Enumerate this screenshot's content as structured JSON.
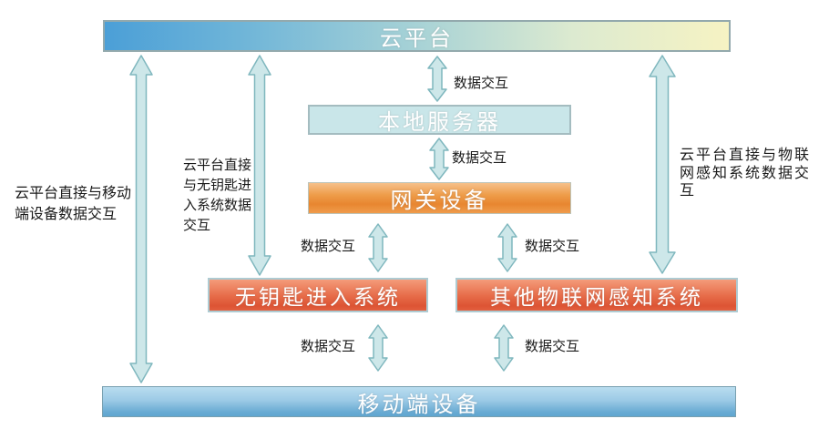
{
  "diagram": {
    "nodes": {
      "cloud": {
        "label": "云平台"
      },
      "local_server": {
        "label": "本地服务器"
      },
      "gateway": {
        "label": "网关设备"
      },
      "keyless": {
        "label": "无钥匙进入系统"
      },
      "iot": {
        "label": "其他物联网感知系统"
      },
      "mobile": {
        "label": "移动端设备"
      }
    },
    "edges": [
      {
        "from": "cloud",
        "to": "local_server",
        "label": "数据交互"
      },
      {
        "from": "local_server",
        "to": "gateway",
        "label": "数据交互"
      },
      {
        "from": "gateway",
        "to": "keyless",
        "label": "数据交互"
      },
      {
        "from": "gateway",
        "to": "iot",
        "label": "数据交互"
      },
      {
        "from": "keyless",
        "to": "mobile",
        "label": "数据交互"
      },
      {
        "from": "iot",
        "to": "mobile",
        "label": "数据交互"
      }
    ],
    "side_labels": {
      "left": {
        "text": "云平台直接与移动端设备数据交互",
        "lines": [
          "云平台直接与移动",
          "端设备数据交互"
        ]
      },
      "middle": {
        "text": "云平台直接与无钥匙进入系统数据交互",
        "lines": [
          "云平台直接",
          "与无钥匙进",
          "入系统数据",
          "交互"
        ]
      },
      "right": {
        "text": "云平台直接与物联网感知系统数据交互",
        "lines": [
          "云平台直接与物联",
          "网感知系统数据交",
          "互"
        ]
      }
    },
    "colors": {
      "cloud_gradient_start": "#4b9fd7",
      "cloud_gradient_end": "#f6f3c3",
      "local_server_fill": "#c9e6e9",
      "gateway_orange": "#e88630",
      "sensor_red": "#dd5434",
      "mobile_blue": "#5fa6d0",
      "arrow_fill": "#cde7e9",
      "arrow_stroke": "#7fb7be",
      "label_text": "#1a1a1a"
    }
  }
}
